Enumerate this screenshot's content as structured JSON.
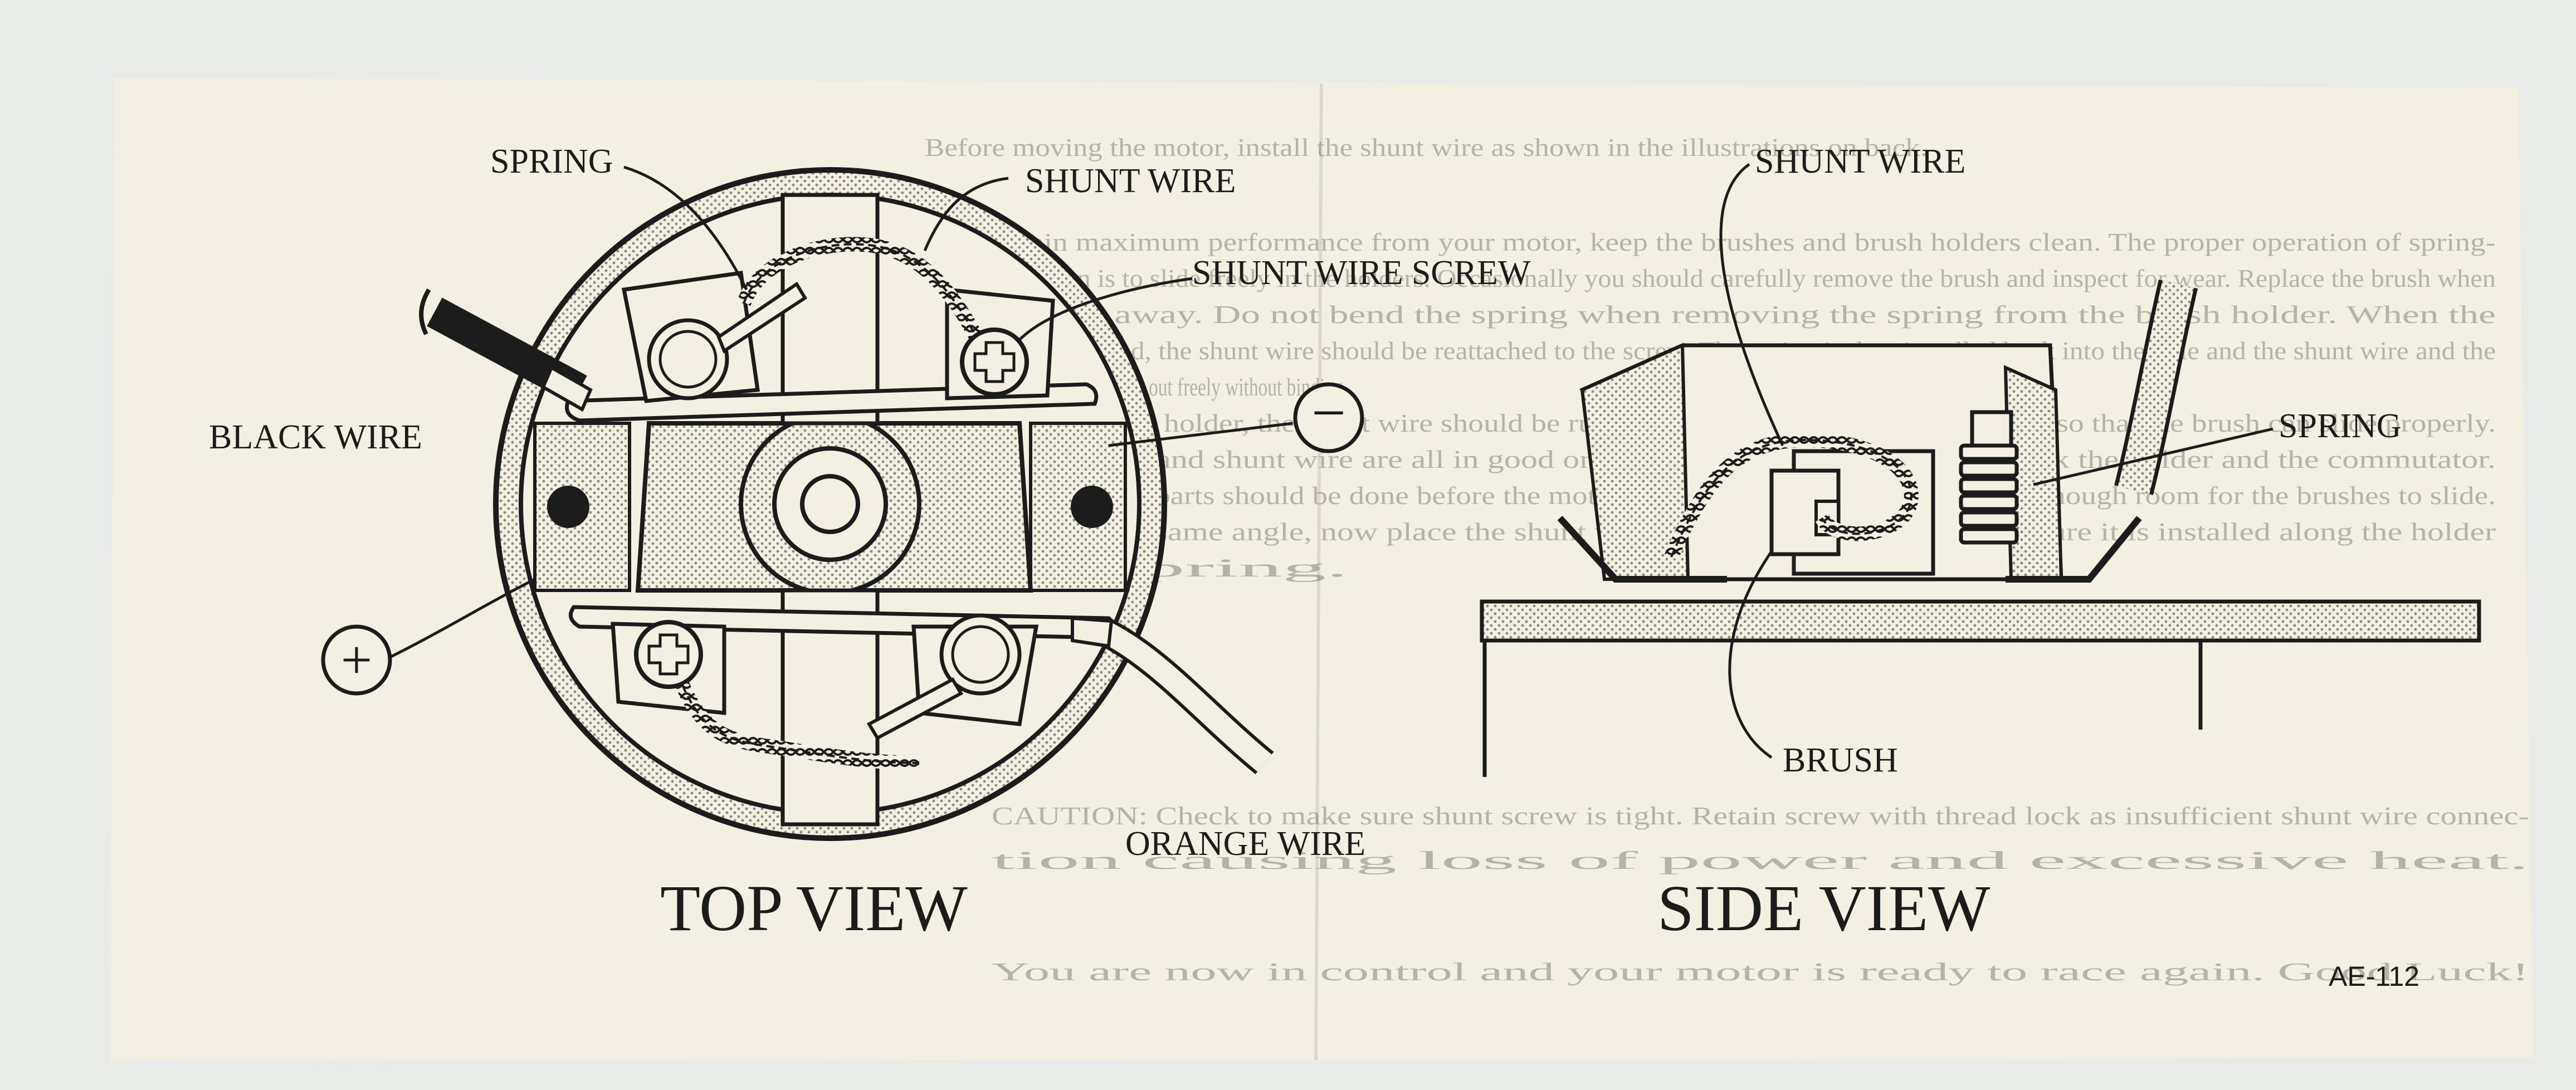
{
  "colors": {
    "background": "#e9ebe9",
    "paper": "#f3efe2",
    "ink": "#1c1c1c",
    "stipple": "#b8b4aa"
  },
  "top_view": {
    "title": "TOP VIEW",
    "labels": {
      "spring": "SPRING",
      "shunt_wire": "SHUNT WIRE",
      "shunt_wire_screw": "SHUNT WIRE SCREW",
      "black_wire": "BLACK WIRE",
      "orange_wire": "ORANGE WIRE"
    },
    "symbols": {
      "negative": "−",
      "positive": "+"
    }
  },
  "side_view": {
    "title": "SIDE VIEW",
    "labels": {
      "shunt_wire": "SHUNT WIRE",
      "spring": "SPRING",
      "brush": "BRUSH"
    }
  },
  "doc_code": "AE-112",
  "bleed_through_lines": [
    "Before moving the motor, install the shunt wire as shown in the illustrations on back.",
    "To retain maximum performance from your motor, keep the brushes and brush holders clean. The proper operation of spring-",
    "brush action is to slide freely in the holders. Occasionally you should carefully remove the brush and inspect for wear. Replace the brush when",
    "it is worn away. Do not bend the spring when removing the spring from the brush holder. When the",
    "brush is replaced, the shunt wire should be reattached to the screw. The spring is then installed back into the hole and the shunt wire and the",
    "brush should slide in and out freely without binding.",
    "Inside the brush holder, the shunt wire should be running freely, if tight, carefully adjust so that the brush can slide properly.",
    "Brush, holder, and shunt wire are all in good order. If it does not slide freely, check the holder and the commutator.",
    "Checking these parts should be done before the motor is re-installed, providing there is enough room for the brushes to slide.",
    "Still not at the same angle, now place the shunt wire as in the drawing and make sure it is installed along the holder",
    "and spring.",
    "CAUTION: Check to make sure shunt screw is tight. Retain screw with thread lock as insufficient shunt wire connec-",
    "tion causing loss of power and excessive heat.",
    "You are now in control and your motor is ready to race again. Good Luck!"
  ]
}
